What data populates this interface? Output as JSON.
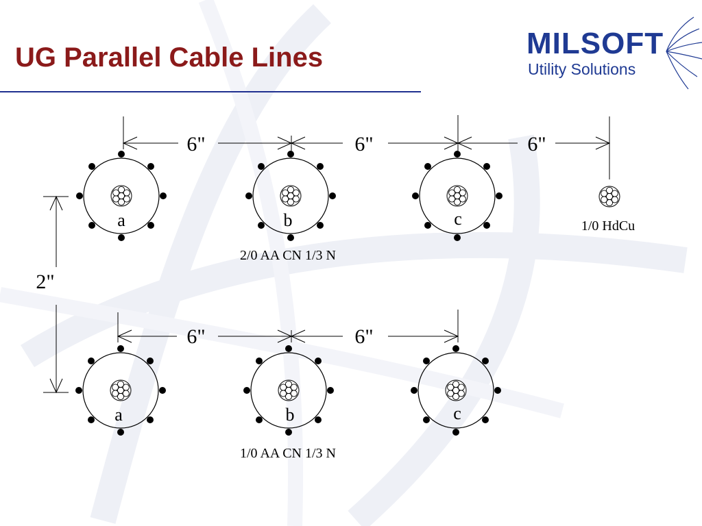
{
  "slide": {
    "title": "UG Parallel Cable Lines",
    "title_color": "#8b1a1a",
    "rule_color": "#1f2f8f"
  },
  "logo": {
    "name": "MILSOFT",
    "tagline": "Utility Solutions",
    "color": "#1f3a93"
  },
  "diagram": {
    "top_row": {
      "spacings": [
        "6\"",
        "6\"",
        "6\""
      ],
      "phases": [
        "a",
        "b",
        "c"
      ],
      "cable_label": "2/0 AA CN 1/3 N",
      "neutral_label": "1/0 HdCu"
    },
    "bottom_row": {
      "spacings": [
        "6\"",
        "6\""
      ],
      "phases": [
        "a",
        "b",
        "c"
      ],
      "cable_label": "1/0 AA CN 1/3 N"
    },
    "vertical_spacing": "2\""
  }
}
